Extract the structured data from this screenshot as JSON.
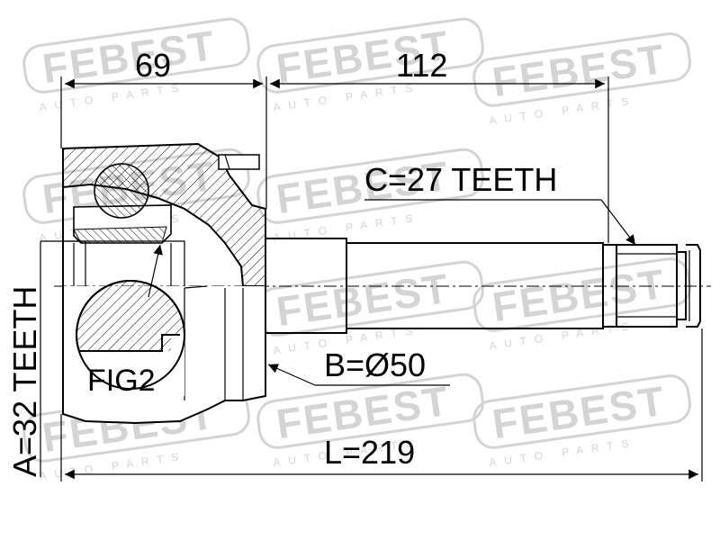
{
  "watermark": {
    "brand": "FEBEST",
    "sub": "AUTO PARTS"
  },
  "dimensions": {
    "outer_length": "69",
    "shaft_length": "112",
    "spline_c": "C=27 TEETH",
    "diameter_b": "B=Ø50",
    "total_length": "L=219",
    "spline_a": "A=32 TEETH"
  },
  "detail_label": "FIG2"
}
